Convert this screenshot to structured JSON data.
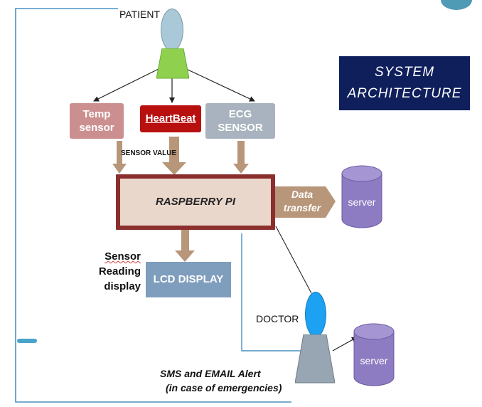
{
  "title": {
    "line1": "SYSTEM",
    "line2": "ARCHITECTURE"
  },
  "nodes": {
    "patient": "PATIENT",
    "temp": {
      "line1": "Temp",
      "line2": "sensor"
    },
    "heartbeat": "HeartBeat",
    "ecg": {
      "line1": "ECG",
      "line2": "SENSOR"
    },
    "sensor_value": "SENSOR VALUE",
    "raspberry": "RASPBERRY PI",
    "data_transfer": {
      "line1": "Data",
      "line2": "transfer"
    },
    "server_top": "server",
    "sensor_reading": {
      "line1": "Sensor",
      "line2": "Reading",
      "line3": "display"
    },
    "lcd": "LCD DISPLAY",
    "doctor": "DOCTOR",
    "server_bottom": "server",
    "alert": {
      "line1": "SMS and EMAIL Alert",
      "line2": "(in case of emergencies)"
    }
  },
  "colors": {
    "title_bg": "#0f1f5c",
    "patient_head": "#a9c8d8",
    "patient_body": "#8fd14f",
    "temp": "#cc8f8f",
    "heartbeat": "#b80f0f",
    "ecg": "#a8b3bf",
    "raspberry_fill": "#ead7cc",
    "raspberry_border": "#8b2e2e",
    "arrow": "#b8967a",
    "lcd": "#7f9dbd",
    "server": "#8e7cc3",
    "doctor_head": "#1da1f2",
    "doctor_body": "#97a6b2",
    "frame_line": "#4a90c2"
  }
}
